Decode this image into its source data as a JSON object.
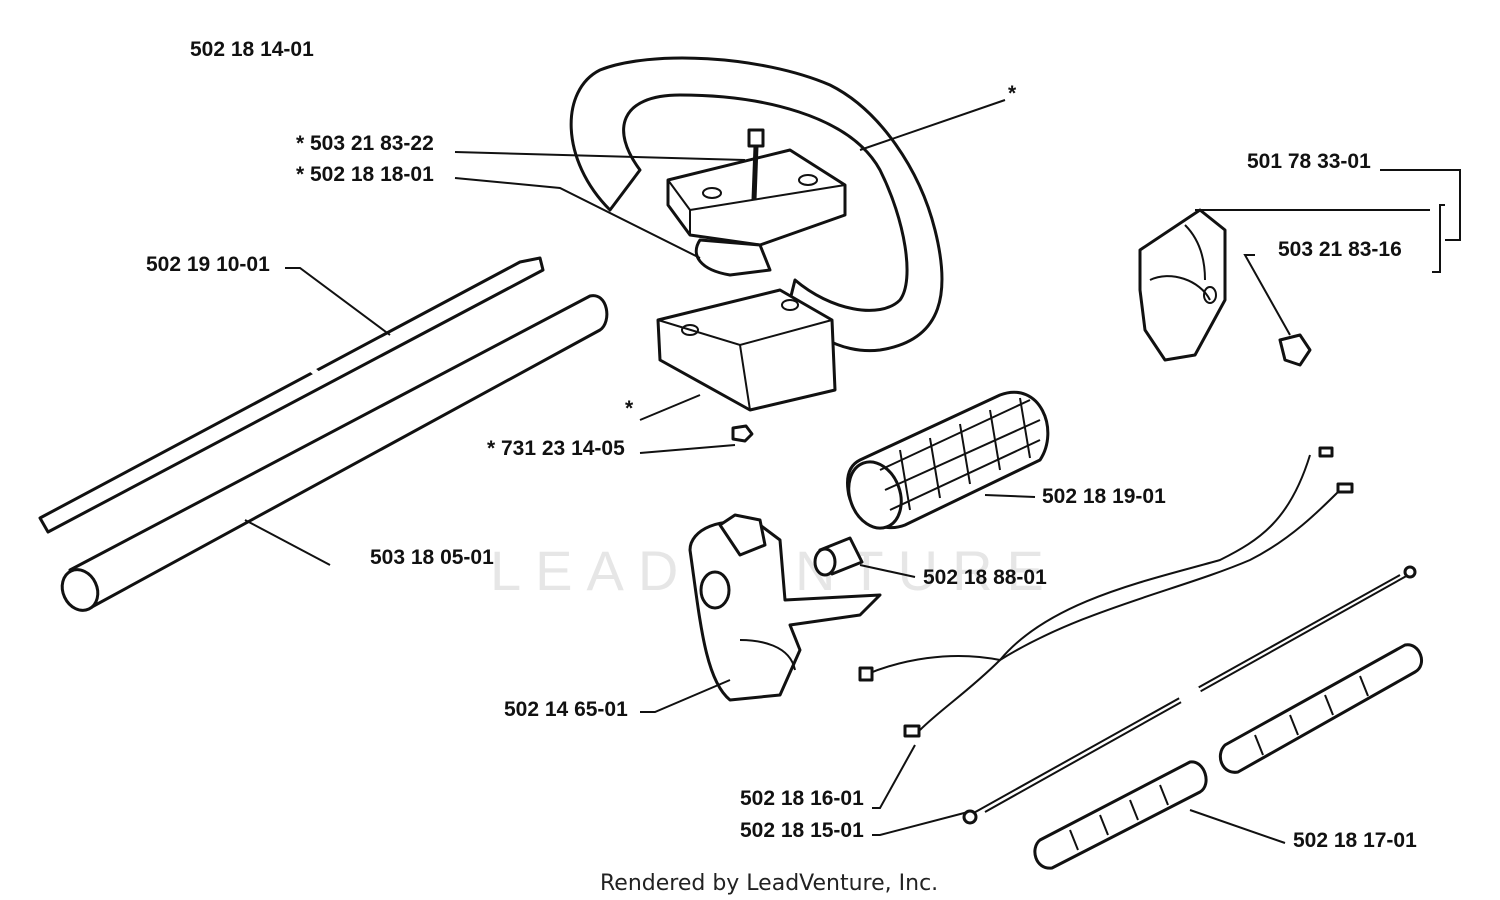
{
  "diagram": {
    "assembly_number": "502 18 14-01",
    "footer": "Rendered by LeadVenture, Inc.",
    "watermark": "LEADVENTURE",
    "parts": {
      "handle_bar": "*",
      "screw_top": "* 503 21 83-22",
      "clamp_upper": "* 502 18 18-01",
      "drive_shaft": "502 19 10-01",
      "shaft_tube": "503 18 05-01",
      "clamp_lower": "*",
      "nut": "* 731 23 14-05",
      "bracket": "501 78 33-01",
      "bracket_screw": "503 21 83-16",
      "grip": "502 18 19-01",
      "spacer": "502 18 88-01",
      "throttle_housing": "502 14 65-01",
      "wire_harness": "502 18 16-01",
      "throttle_cable": "502 18 15-01",
      "spiral_wrap": "502 18 17-01"
    }
  }
}
